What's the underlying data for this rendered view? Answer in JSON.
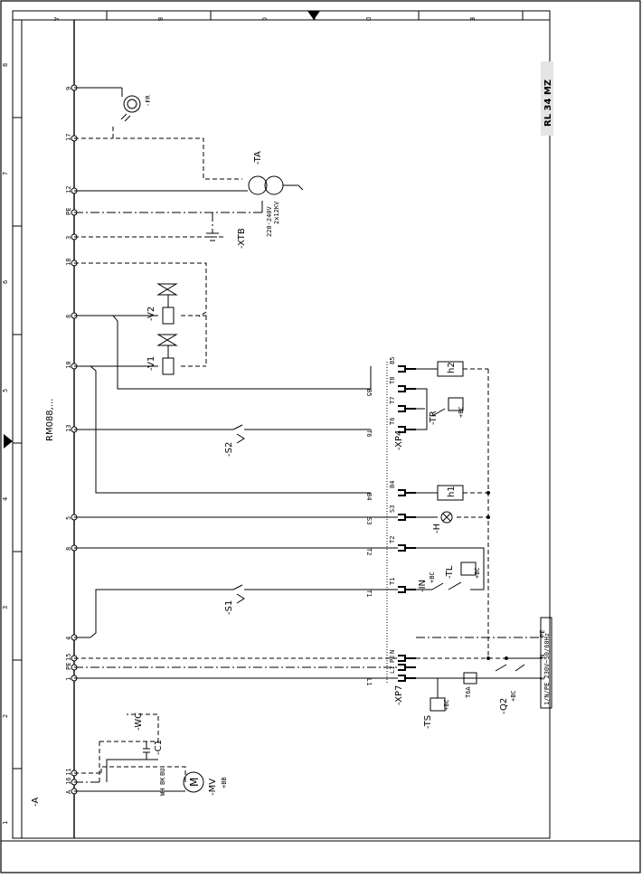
{
  "model_label": "RL 34 MZ",
  "controller_label": "RM088,...",
  "panel_label": "-A",
  "power_label": "1/N/PE 230V~50/60Hz",
  "grid_rows": [
    "A",
    "B",
    "C",
    "D",
    "E"
  ],
  "grid_cols": [
    "1",
    "2",
    "3",
    "4",
    "5",
    "6",
    "7",
    "8"
  ],
  "terminals": [
    "A",
    "16",
    "11",
    "1",
    "PE",
    "15",
    "4",
    "8",
    "5",
    "13",
    "10",
    "8",
    "18",
    "3",
    "PE",
    "12",
    "17",
    "9"
  ],
  "components": {
    "fr": "-FR",
    "ta": "-TA",
    "ta_rating": "220-240V",
    "ta_rating2": "2x12KV",
    "xtb": "-XTB",
    "v1": "-V1",
    "v2": "-V2",
    "s1": "-S1",
    "s2": "-S2",
    "xp4": "-XP4",
    "xp7": "-XP7",
    "tr": "-TR",
    "tl": "-TL",
    "in": "-IN",
    "h": "-H",
    "h1": "h1",
    "h2": "h2",
    "ts": "-TS",
    "q2": "-Q2",
    "fuse": "T6A",
    "mv": "-MV",
    "mv_sub": "+BB",
    "c1": "-C1",
    "wc": "-WC",
    "bc": "+BC"
  },
  "xp4_pins": [
    "B5",
    "T8",
    "T7",
    "T6",
    "B4",
    "S3",
    "T2",
    "T1"
  ],
  "xp7_pins": [
    "N",
    "PE",
    "L1"
  ],
  "wire_labels": [
    "B5",
    "T6",
    "B4",
    "S3",
    "T2",
    "T1",
    "L1"
  ],
  "motor_wires": [
    "WH",
    "BK",
    "BU"
  ],
  "line_labels": [
    "PE",
    "N",
    "L"
  ]
}
